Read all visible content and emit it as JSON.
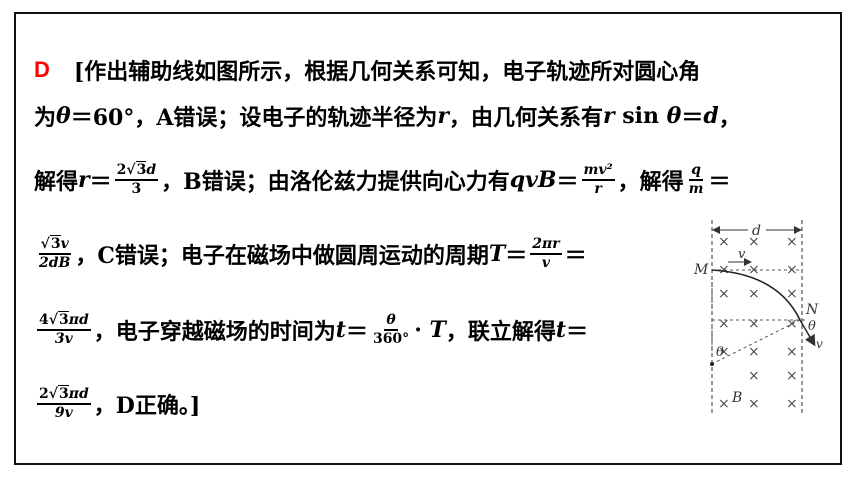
{
  "answer": "D",
  "lines": {
    "l1": "[作出辅助线如图所示，根据几何关系可知，电子轨迹所对圆心角",
    "l2a": "为",
    "l2b": "θ",
    "l2c": "＝60°，A错误；设电子的轨迹半径为",
    "l2d": "r",
    "l2e": "，由几何关系有",
    "l2f": "r",
    "l2g": " sin ",
    "l2h": "θ",
    "l2i": "＝",
    "l2j": "d",
    "l2k": "，",
    "l3a": "解得",
    "l3b": "r",
    "l3c": "＝",
    "l3d": "，B错误；由洛伦兹力提供向心力有",
    "l3e": "qvB",
    "l3f": "＝",
    "l3g": "，解得",
    "l3h": "＝",
    "l4a": "，C错误；电子在磁场中做圆周运动的周期",
    "l4b": "T",
    "l4c": "＝",
    "l4d": "＝",
    "l5a": "，电子穿越磁场的时间为",
    "l5b": "t",
    "l5c": "＝",
    "l5d": "· ",
    "l5e": "T",
    "l5f": "，联立解得",
    "l5g": "t",
    "l5h": "＝",
    "l6a": "，D正确。]"
  },
  "fractions": {
    "f1": {
      "num_pre": "2",
      "num_rad": "3",
      "num_post": "d",
      "den": "3"
    },
    "f2": {
      "num": "mv²",
      "den": "r"
    },
    "f3": {
      "num": "q",
      "den": "m"
    },
    "f4": {
      "num_rad": "3",
      "num_post": "v",
      "den": "2dB"
    },
    "f5": {
      "num": "2πr",
      "den": "v"
    },
    "f6": {
      "num_pre": "4",
      "num_rad": "3",
      "num_post": "πd",
      "den": "3v"
    },
    "f7": {
      "num": "θ",
      "den": "360°"
    },
    "f8": {
      "num_pre": "2",
      "num_rad": "3",
      "num_post": "πd",
      "den": "9v"
    }
  },
  "diagram": {
    "label_d": "d",
    "label_v_top": "v",
    "label_M": "M",
    "label_N": "N",
    "label_theta_right": "θ",
    "label_v_right": "v",
    "label_theta_left": "θ",
    "label_B": "B",
    "field_symbol": "×"
  }
}
